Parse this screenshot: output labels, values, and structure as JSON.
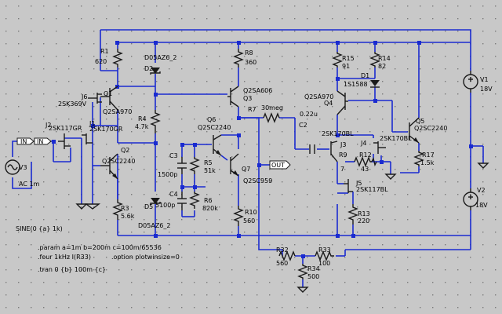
{
  "colors": {
    "wire": "#1a2bd0",
    "component": "#1a1a1a",
    "background": "#c8c8c8",
    "text": "#000000"
  },
  "labels": {
    "r1": "R1",
    "r1v": "620",
    "d2m": "D05AZ6_2",
    "d2": "D2",
    "r8": "R8",
    "r8v": "360",
    "r15": "R15",
    "r15v": "91",
    "r14": "R14",
    "r14v": "82",
    "d1": "D1",
    "d1m": "1S1588",
    "v1": "V1",
    "v1v": "18V",
    "j6": "J6",
    "j6m": "2SK369V",
    "q1": "Q1",
    "q1m": "Q2SA970",
    "r4": "R4",
    "r4v": "4.7k",
    "q3m": "Q2SA606",
    "q3": "Q3",
    "r7": "R7",
    "r7v": "30meg",
    "c2v": "0.22u",
    "c2": "C2",
    "q4m": "Q2SA970",
    "q4": "Q4",
    "q5": "Q5",
    "q5m": "Q2SC2240",
    "j2": "J2",
    "j2m": "2SK117GR",
    "j1": "J1",
    "j1m": "2SK170GR",
    "q6": "Q6",
    "q6m": "Q2SC2240",
    "j3m": "2SK170BL",
    "j3": "J3",
    "j4": "J4",
    "j4m": "2SK170BL",
    "in1": "IN",
    "in2": "IN",
    "q2": "Q2",
    "q2m": "Q2SC2240",
    "c3": "C3",
    "r5": "R5",
    "r5v": "51k",
    "out": "OUT",
    "r9": "R9",
    "r9v": "7",
    "r12": "R12",
    "r12v": "43",
    "r17": "R17",
    "r17v": "1.5k",
    "c1v": "1500p",
    "q7": "Q7",
    "q7m": "Q2SC959",
    "v3": "V3",
    "v3v": "AC 1m",
    "c4": "C4",
    "r6": "R6",
    "r6v": "820k",
    "j5": "J5",
    "j5m": "2SK117BL",
    "v2": "V2",
    "v2v": "18V",
    "r3": "R3",
    "r3v": "5.6k",
    "d5": "D5",
    "c5v": "5100p",
    "r10": "R10",
    "r10v": "560",
    "r13": "R13",
    "r13v": "220",
    "d5m": "D05AZ6_2",
    "r32": "R32",
    "r32v": "560",
    "r33": "R33",
    "r33v": "100",
    "r34": "R34",
    "r34v": "500"
  },
  "directives": {
    "sine": "SINE(0 {a} 1k)",
    "param": ".param a=1m b=200m c=100m/65536",
    "four": ".four 1kHz I(R33)",
    "option": ".option plotwinsize=0",
    "tran": ".tran 0 {b} 100m {c}"
  }
}
